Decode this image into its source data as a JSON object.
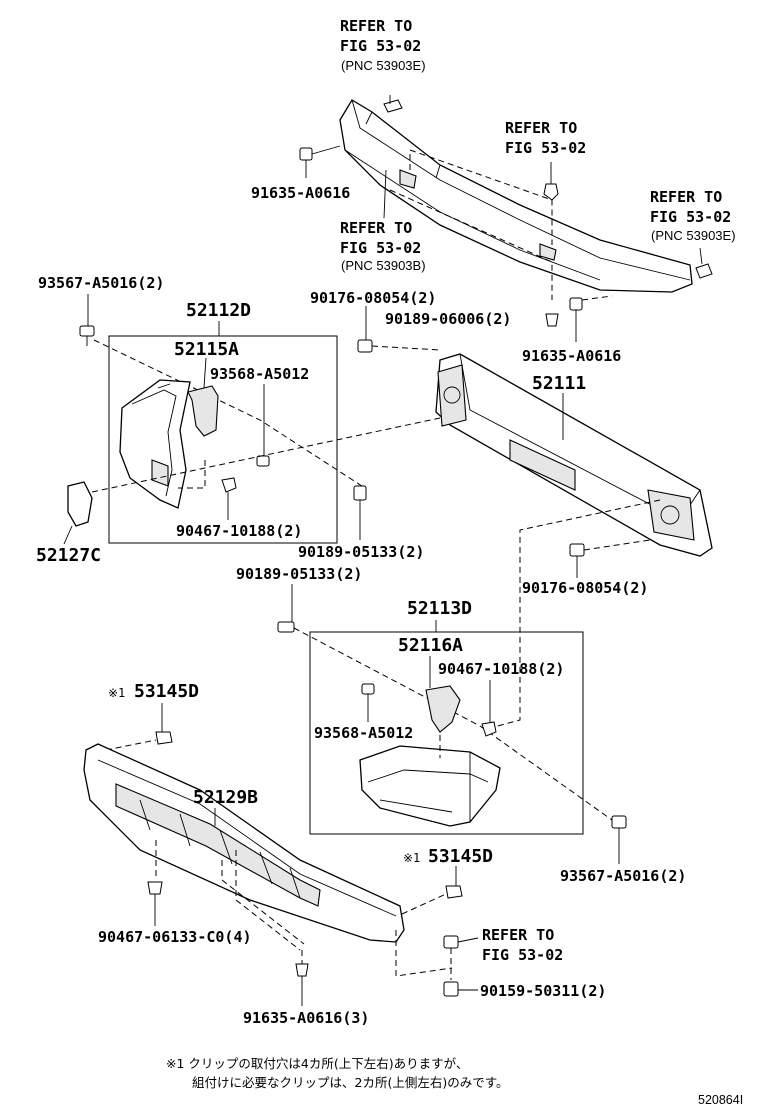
{
  "refs": {
    "top": {
      "line1": "REFER TO",
      "line2": "FIG 53-02",
      "pnc": "(PNC 53903E)"
    },
    "mid": {
      "line1": "REFER TO",
      "line2": "FIG 53-02"
    },
    "right": {
      "line1": "REFER TO",
      "line2": "FIG 53-02",
      "pnc": "(PNC 53903E)"
    },
    "center": {
      "line1": "REFER TO",
      "line2": "FIG 53-02",
      "pnc": "(PNC 53903B)"
    },
    "bottom": {
      "line1": "REFER TO",
      "line2": "FIG 53-02"
    }
  },
  "parts": {
    "p91635_a": "91635-A0616",
    "p91635_b": "91635-A0616",
    "p93567_a": "93567-A5016(2)",
    "p52112D": "52112D",
    "p52115A": "52115A",
    "p93568_a": "93568-A5012",
    "p90176_a": "90176-08054(2)",
    "p90189_a": "90189-06006(2)",
    "p52111": "52111",
    "p52127C": "52127C",
    "p90467_a": "90467-10188(2)",
    "p90189_b": "90189-05133(2)",
    "p90189_c": "90189-05133(2)",
    "p90176_b": "90176-08054(2)",
    "p52113D": "52113D",
    "p52116A": "52116A",
    "p90467_b": "90467-10188(2)",
    "p93568_b": "93568-A5012",
    "p53145D_a": "53145D",
    "p52129B": "52129B",
    "p53145D_b": "53145D",
    "p93567_b": "93567-A5016(2)",
    "p90467_c": "90467-06133-C0(4)",
    "p91635_c": "91635-A0616(3)",
    "p90159": "90159-50311(2)"
  },
  "note_mark": "※1",
  "note": {
    "line1": "※1 クリップの取付穴は4カ所(上下左右)ありますが、",
    "line2": "組付けに必要なクリップは、2カ所(上側左右)のみです。"
  },
  "figure_id": "520864I"
}
